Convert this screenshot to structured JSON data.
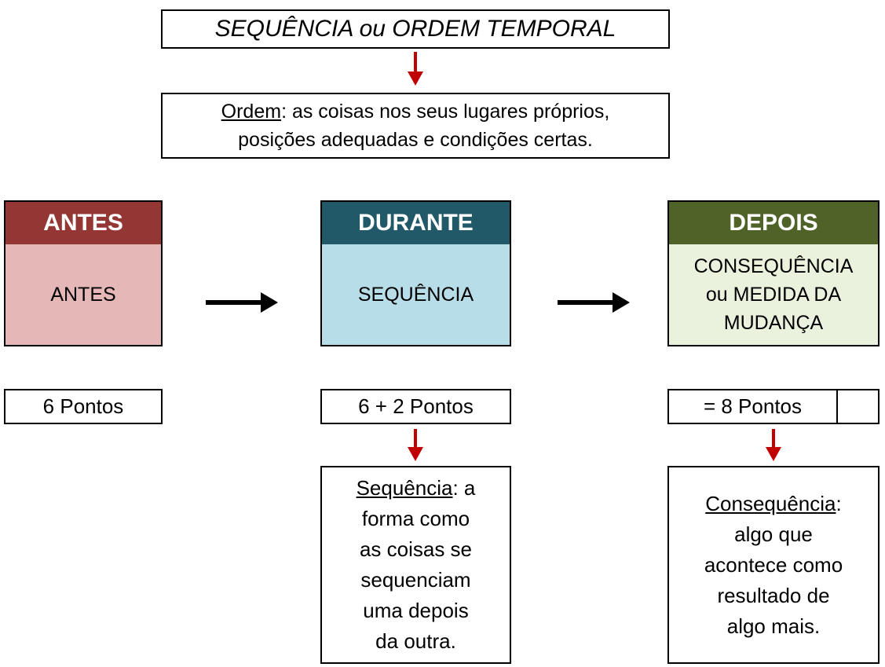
{
  "title": "SEQUÊNCIA ou ORDEM TEMPORAL",
  "definition_top": {
    "term": "Ordem",
    "text": ": as coisas nos seus lugares próprios,\nposições adequadas e condições certas."
  },
  "columns": [
    {
      "header": "ANTES",
      "body": "ANTES",
      "points": "6 Pontos",
      "colors": {
        "header_bg": "#943634",
        "body_bg": "#e5b8b7"
      }
    },
    {
      "header": "DURANTE",
      "body": "SEQUÊNCIA",
      "points": "6 + 2 Pontos",
      "colors": {
        "header_bg": "#215968",
        "body_bg": "#b7dee8"
      },
      "definition": {
        "term": "Sequência",
        "text": ": a\nforma como\nas coisas se\nsequenciam\numa depois\nda outra."
      }
    },
    {
      "header": "DEPOIS",
      "body": "CONSEQUÊNCIA\nou MEDIDA DA\nMUDANÇA",
      "points": "= 8 Pontos",
      "colors": {
        "header_bg": "#4f6228",
        "body_bg": "#eaf1dd"
      },
      "definition": {
        "term": "Consequência",
        "text": ":\nalgo que\nacontece como\nresultado de\nalgo mais."
      }
    }
  ],
  "arrows": {
    "down_color": "#c00000",
    "right_color": "#000000"
  }
}
